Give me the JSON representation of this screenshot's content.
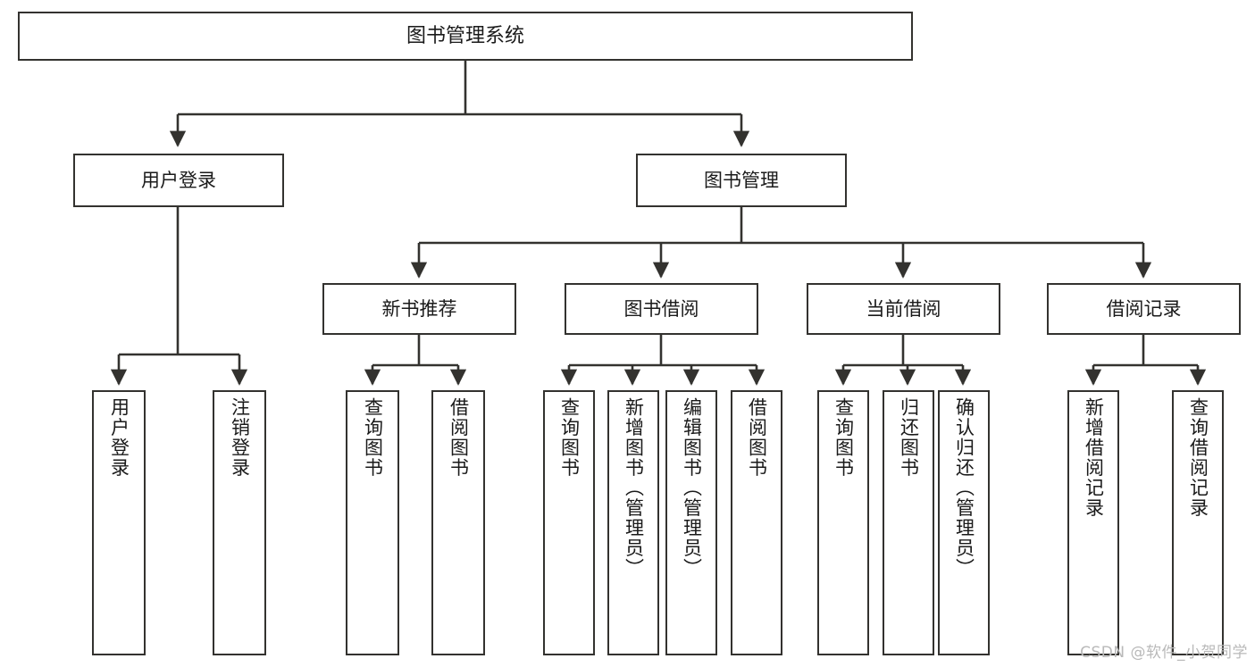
{
  "diagram": {
    "title": "图书管理系统",
    "type": "hierarchy-tree",
    "watermark": "CSDN @软件_小贺同学",
    "colors": {
      "box_border": "#33322f",
      "box_fill": "#ffffff",
      "connector": "#33322f",
      "text": "#1a1a1a",
      "watermark": "#b9b9b9",
      "background": "#ffffff"
    },
    "nodes": {
      "root": {
        "label": "图书管理系统"
      },
      "level2": [
        {
          "id": "user-login",
          "label": "用户登录"
        },
        {
          "id": "book-management",
          "label": "图书管理"
        }
      ],
      "level3": [
        {
          "id": "new-book-recommend",
          "label": "新书推荐"
        },
        {
          "id": "book-borrow",
          "label": "图书借阅"
        },
        {
          "id": "current-borrow",
          "label": "当前借阅"
        },
        {
          "id": "borrow-record",
          "label": "借阅记录"
        }
      ],
      "leaves": {
        "user_login": [
          {
            "id": "leaf-user-login",
            "label": "用户登录"
          },
          {
            "id": "leaf-user-logout",
            "label": "注销登录"
          }
        ],
        "new_book_recommend": [
          {
            "id": "leaf-query-book-1",
            "label": "查询图书"
          },
          {
            "id": "leaf-borrow-book-1",
            "label": "借阅图书"
          }
        ],
        "book_borrow": [
          {
            "id": "leaf-query-book-2",
            "label": "查询图书"
          },
          {
            "id": "leaf-add-book",
            "label": "新增图书（管理员）"
          },
          {
            "id": "leaf-edit-book",
            "label": "编辑图书（管理员）"
          },
          {
            "id": "leaf-borrow-book-2",
            "label": "借阅图书"
          }
        ],
        "current_borrow": [
          {
            "id": "leaf-query-book-3",
            "label": "查询图书"
          },
          {
            "id": "leaf-return-book",
            "label": "归还图书"
          },
          {
            "id": "leaf-confirm-return",
            "label": "确认归还（管理员）"
          }
        ],
        "borrow_record": [
          {
            "id": "leaf-add-record",
            "label": "新增借阅记录"
          },
          {
            "id": "leaf-query-record",
            "label": "查询借阅记录"
          }
        ]
      }
    }
  }
}
